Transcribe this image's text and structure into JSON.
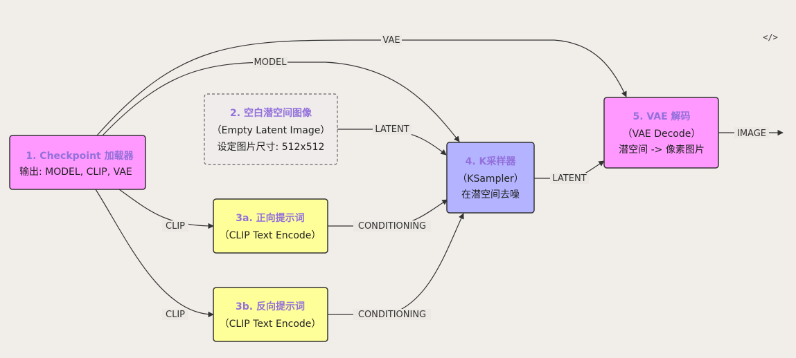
{
  "colors": {
    "background": "#f1ede9",
    "pink_fill": "#ff99ff",
    "pink_stroke": "#333333",
    "blue_fill": "#b3b3ff",
    "yellow_fill": "#ffff99",
    "gray_fill": "#efeceb",
    "title_accent": "#9370db",
    "edge": "#333333"
  },
  "nodes": {
    "checkpoint": {
      "title": "1. Checkpoint 加载器",
      "line1": "输出: MODEL, CLIP, VAE"
    },
    "latent": {
      "title": "2. 空白潜空间图像",
      "line1": "（Empty Latent Image）",
      "line2": "设定图片尺寸: 512x512"
    },
    "positive": {
      "title": "3a. 正向提示词",
      "line1": "（CLIP Text Encode）"
    },
    "negative": {
      "title": "3b. 反向提示词",
      "line1": "（CLIP Text Encode）"
    },
    "ksampler": {
      "title": "4. K采样器",
      "line1": "（KSampler）",
      "line2": "在潜空间去噪"
    },
    "vae_decode": {
      "title": "5. VAE 解码",
      "line1": "（VAE Decode）",
      "line2": "潜空间 -> 像素图片"
    }
  },
  "edges": {
    "vae": "VAE",
    "model": "MODEL",
    "latent": "LATENT",
    "clip_pos": "CLIP",
    "clip_neg": "CLIP",
    "cond_pos": "CONDITIONING",
    "cond_neg": "CONDITIONING",
    "latent_out": "LATENT",
    "image": "IMAGE"
  },
  "toolbar": {
    "code_icon": "</>"
  }
}
